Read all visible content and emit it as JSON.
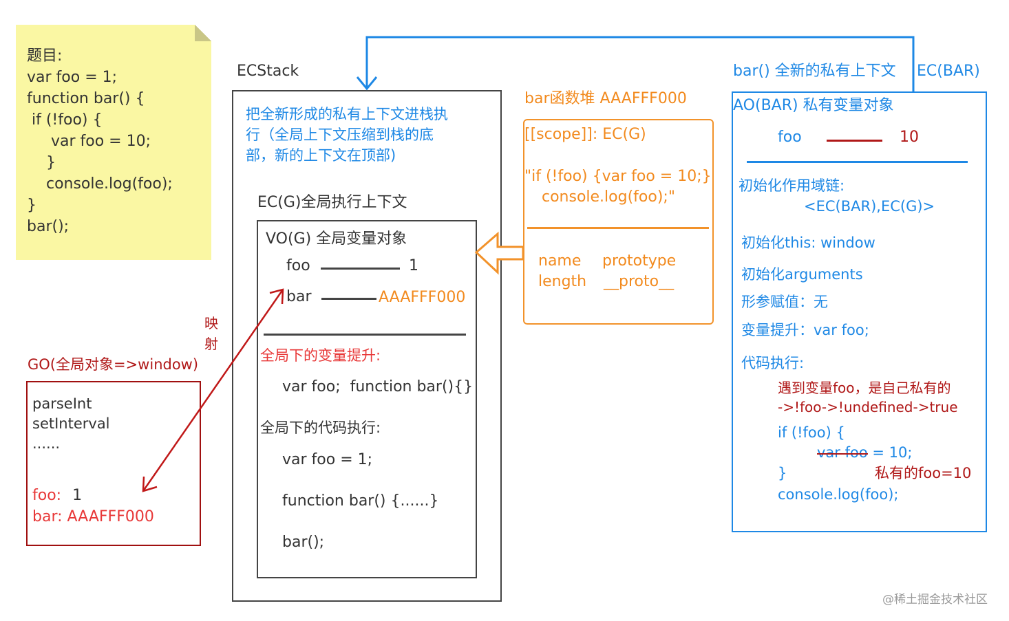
{
  "note": {
    "lines": [
      "题目:",
      "var foo = 1;",
      "function bar() {",
      " if (!foo) {",
      "     var foo = 10;",
      "    }",
      "    console.log(foo);",
      "}",
      "bar();"
    ]
  },
  "ecstack": {
    "title": "ECStack",
    "push_note": [
      "把全新形成的私有上下文进栈执",
      "行（全局上下文压缩到栈的底",
      "部，新的上下文在顶部)"
    ],
    "ecg_title": "EC(G)全局执行上下文"
  },
  "vo": {
    "title": "VO(G) 全局变量对象",
    "vars": [
      {
        "name": "foo",
        "value": "1"
      },
      {
        "name": "bar",
        "value": "AAAFFF000"
      }
    ],
    "hoist_title": "全局下的变量提升:",
    "hoist_code": "var foo;  function bar(){}",
    "exec_title": "全局下的代码执行:",
    "exec_lines": [
      "var foo = 1;",
      "function bar() {......}",
      "bar();"
    ]
  },
  "mapping_label": [
    "映",
    "射"
  ],
  "go": {
    "title": "GO(全局对象=>window)",
    "builtins": [
      "parseInt",
      "setInterval",
      "......"
    ],
    "foo_label": "foo:",
    "foo_value": "1",
    "bar_line": "bar: AAAFFF000"
  },
  "heap": {
    "title": "bar函数堆 AAAFFF000",
    "scope": "[[scope]]: EC(G)",
    "code_lines": [
      "\"if (!foo) {var foo = 10;}",
      "   console.log(foo);\""
    ],
    "props_row1": [
      "name",
      "prototype"
    ],
    "props_row2": [
      "length",
      "__proto__"
    ]
  },
  "ecbar": {
    "caption": "bar() 全新的私有上下文",
    "label": "EC(BAR)",
    "ao_title": "AO(BAR) 私有变量对象",
    "ao_var": {
      "name": "foo",
      "value": "10"
    },
    "scope_chain_title": "初始化作用域链:",
    "scope_chain": "<EC(BAR),EC(G)>",
    "init_this": "初始化this: window",
    "init_args": "初始化arguments",
    "params": "形参赋值：无",
    "hoist": "变量提升：var foo;",
    "exec_title": "代码执行:",
    "note_line1": "遇到变量foo，是自己私有的",
    "note_line2": "->!foo->!undefined->true",
    "code_if": "if (!foo) {",
    "code_strike": "var foo",
    "code_assign": " = 10;",
    "code_close": "}",
    "private_note": "私有的foo=10",
    "code_log": "console.log(foo);"
  },
  "watermark": "@稀土掘金技术社区"
}
